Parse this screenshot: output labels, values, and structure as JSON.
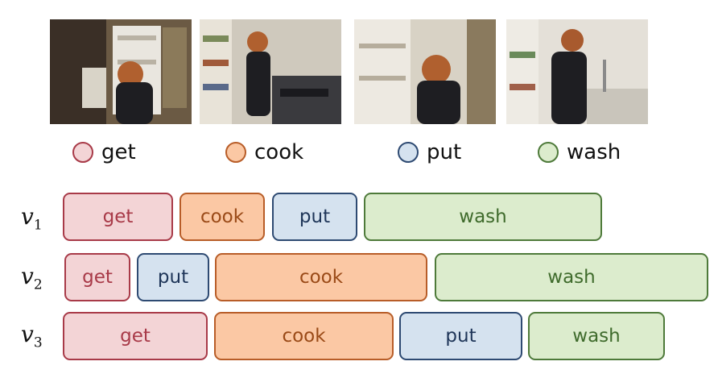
{
  "legend": [
    {
      "label": "get"
    },
    {
      "label": "cook"
    },
    {
      "label": "put"
    },
    {
      "label": "wash"
    }
  ],
  "rows": [
    {
      "var": "v",
      "sub": "1",
      "segments": [
        {
          "label": "get"
        },
        {
          "label": "cook"
        },
        {
          "label": "put"
        },
        {
          "label": "wash"
        }
      ]
    },
    {
      "var": "v",
      "sub": "2",
      "segments": [
        {
          "label": "get"
        },
        {
          "label": "put"
        },
        {
          "label": "cook"
        },
        {
          "label": "wash"
        }
      ]
    },
    {
      "var": "v",
      "sub": "3",
      "segments": [
        {
          "label": "get"
        },
        {
          "label": "cook"
        },
        {
          "label": "put"
        },
        {
          "label": "wash"
        }
      ]
    }
  ],
  "colors": {
    "get": {
      "fill": "#f3d4d6",
      "border": "#a83a48",
      "text": "#a83a48"
    },
    "cook": {
      "fill": "#fbc8a4",
      "border": "#b85d28",
      "text": "#9a4a17"
    },
    "put": {
      "fill": "#d5e2ef",
      "border": "#2e4a72",
      "text": "#1e3558"
    },
    "wash": {
      "fill": "#dceccd",
      "border": "#4e7a3a",
      "text": "#3f6b2c"
    }
  }
}
